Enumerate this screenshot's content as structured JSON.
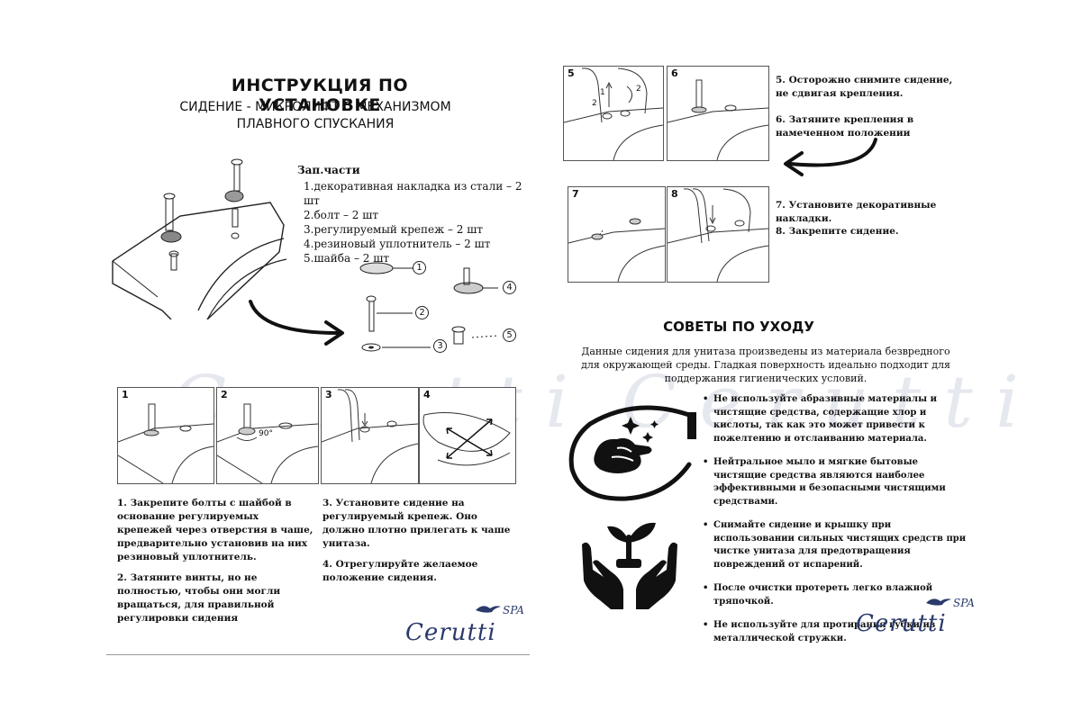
{
  "left": {
    "title": "ИНСТРУКЦИЯ ПО УСТАНОВКЕ",
    "subtitle_line1": "СИДЕНИЕ - МИКРОЛИФТ С МЕХАНИЗМОМ",
    "subtitle_line2": "ПЛАВНОГО СПУСКАНИЯ",
    "parts_heading": "Зап.части",
    "parts": [
      "1.декоративная накладка из стали – 2 шт",
      "2.болт – 2 шт",
      "3.регулируемый крепеж – 2 шт",
      "4.резиновый уплотнитель – 2 шт",
      "5.шайба – 2 шт"
    ],
    "callouts": [
      "1",
      "2",
      "3",
      "4",
      "5"
    ],
    "steps": [
      "1",
      "2",
      "3",
      "4"
    ],
    "angle_label": "90°",
    "instructions_col1": [
      "1.   Закрепите болты с шайбой в основание регулируемых крепежей через отверстия в чаше, предварительно установив на них резиновый уплотнитель.",
      "2.   Затяните винты, но не полностью, чтобы они могли вращаться, для правильной регулировки сидения"
    ],
    "instructions_col2": [
      "3. Установите сидение на регулируемый крепеж. Оно должно плотно прилегать к чаше унитаза.",
      "4. Отрегулируйте желаемое положение сидения."
    ],
    "logo": "Cerutti",
    "logo_spa": "SPA"
  },
  "right": {
    "steps_top": [
      "5",
      "6"
    ],
    "steps_bottom": [
      "7",
      "8"
    ],
    "step_arrow_labels": [
      "2",
      "1",
      "2"
    ],
    "step5_text": "5. Осторожно снимите сидение, не сдвигая крепления.",
    "step6_text": "6. Затяните крепления в намеченном положении",
    "step7_text": "7. Установите декоративные накладки.",
    "step8_text": "8. Закрепите сидение.",
    "care_title": "СОВЕТЫ ПО УХОДУ",
    "care_intro": "Данные сидения для унитаза произведены из материала безвредного для окружающей среды. Гладкая поверхность идеально подходит для поддержания гигиенических условий.",
    "care_bullets": [
      "Не используйте абразивные материалы и чистящие средства, содержащие хлор и кислоты, так как это может привести к пожелтению и отслаиванию материала.",
      "Нейтральное мыло и мягкие бытовые чистящие средства являются наиболее эффективными и безопасными чистящими средствами.",
      "Снимайте сидение и крышку при использовании сильных чистящих средств при чистке унитаза для предотвращения повреждений от испарений.",
      "После очистки протереть легко влажной тряпочкой.",
      "Не используйте для протирания губки из металлической стружки."
    ],
    "logo": "Cerutti",
    "logo_spa": "SPA"
  }
}
